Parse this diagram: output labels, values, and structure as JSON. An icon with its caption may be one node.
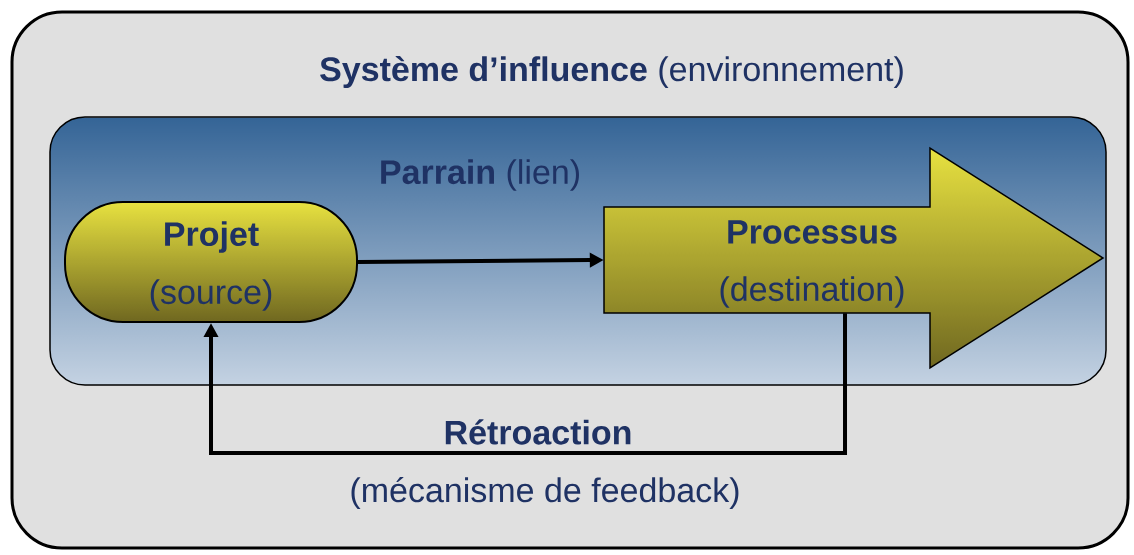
{
  "diagram": {
    "nodes": [
      {
        "text": [
          "**Système d’influence** (environnement)"
        ]
      },
      {
        "text": [
          "**Parrain** (lien)"
        ],
        "in": 0
      },
      {
        "text": [
          "Projet",
          "(source)"
        ],
        "in": 1
      },
      {
        "text": [
          "Processus",
          "(destination)"
        ],
        "in": 1
      }
    ],
    "edges": [
      {
        "from": 2,
        "to": 3,
        "arrow": "to"
      },
      {
        "from": 3,
        "to": 2,
        "arrow": "to",
        "label": "Rétroaction"
      }
    ],
    "labels": [
      "(mécanisme de feedback)"
    ]
  }
}
